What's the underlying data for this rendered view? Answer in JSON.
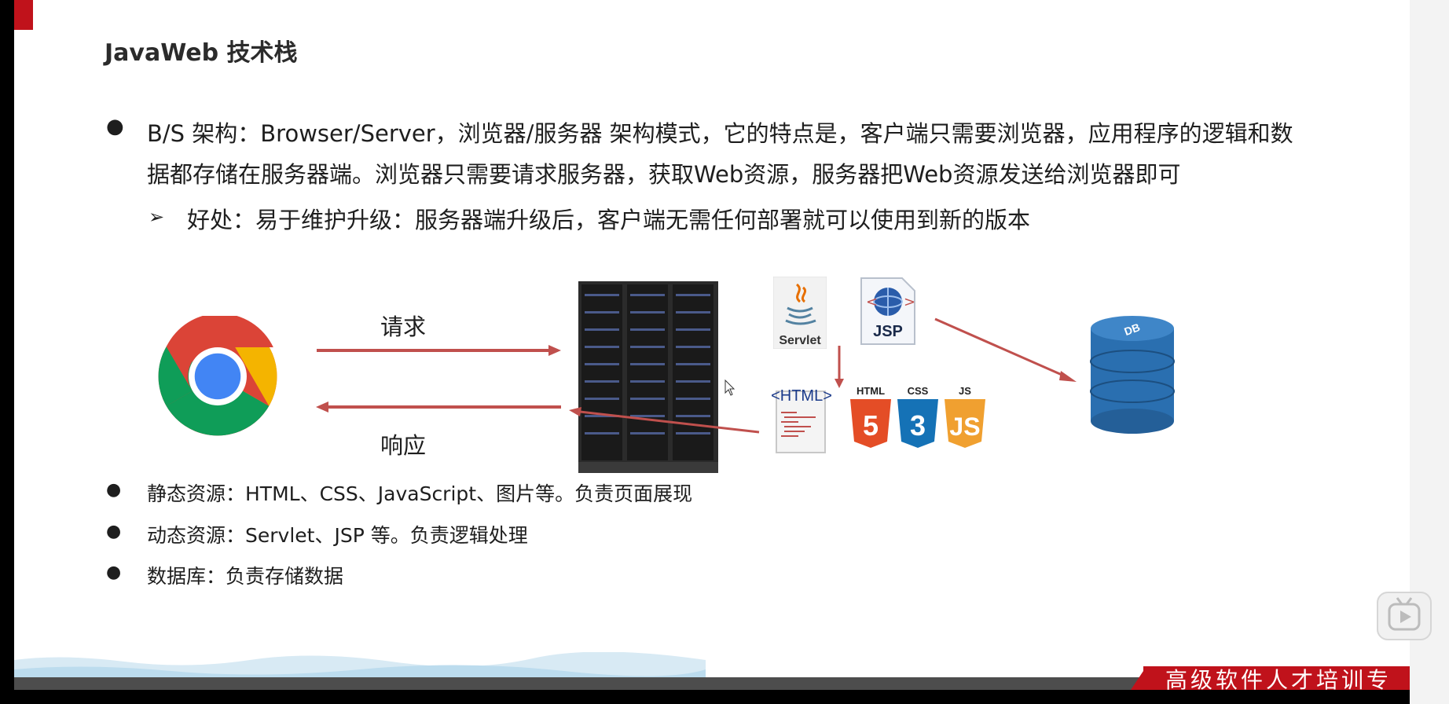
{
  "slide": {
    "title": "JavaWeb 技术栈",
    "bullet_symbol": "●",
    "sub_bullet_symbol": "➢",
    "bs_line1": "B/S 架构：Browser/Server，浏览器/服务器 架构模式，它的特点是，客户端只需要浏览器，应用程序的逻辑和数",
    "bs_line2": "据都存储在服务器端。浏览器只需要请求服务器，获取Web资源，服务器把Web资源发送给浏览器即可",
    "benefit": "好处：易于维护升级：服务器端升级后，客户端无需任何部署就可以使用到新的版本",
    "diagram": {
      "request_label": "请求",
      "response_label": "响应",
      "servlet_label": "Servlet",
      "jsp_label": "JSP",
      "html_doc_label": "<HTML>",
      "html5_label": "HTML",
      "css3_label": "CSS",
      "js_label": "JS",
      "db_label": "DB"
    },
    "static_resources": "静态资源：HTML、CSS、JavaScript、图片等。负责页面展现",
    "dynamic_resources": "动态资源：Servlet、JSP 等。负责逻辑处理",
    "database": "数据库：负责存储数据",
    "footer_banner": "高级软件人才培训专家"
  },
  "colors": {
    "accent_red": "#c0121b",
    "arrow_red": "#c0504d",
    "html5_orange": "#e44d26",
    "css3_blue": "#1572b6",
    "js_yellow": "#f0a030",
    "db_blue": "#2a6fb0"
  }
}
